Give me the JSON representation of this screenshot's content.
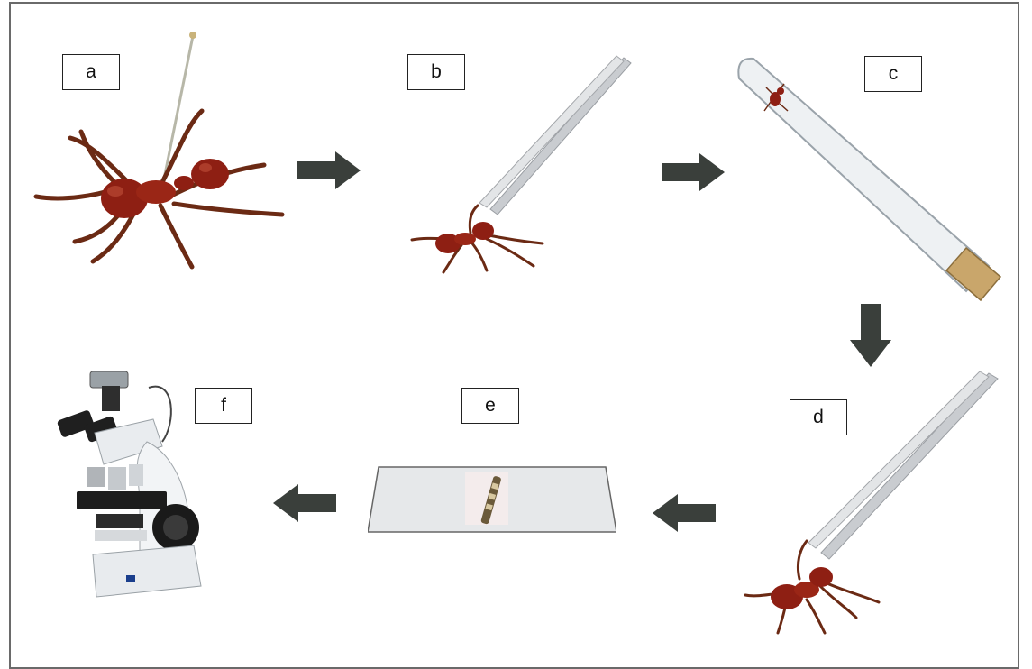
{
  "steps": [
    {
      "id": "a",
      "label": "a",
      "icon": "pinned-ant-icon"
    },
    {
      "id": "b",
      "label": "b",
      "icon": "tweezers-holding-ant-icon"
    },
    {
      "id": "c",
      "label": "c",
      "icon": "corked-test-tube-icon"
    },
    {
      "id": "d",
      "label": "d",
      "icon": "tweezers-holding-ant-icon"
    },
    {
      "id": "e",
      "label": "e",
      "icon": "microscope-slide-icon"
    },
    {
      "id": "f",
      "label": "f",
      "icon": "microscope-icon"
    }
  ],
  "flow": [
    "a",
    "b",
    "c",
    "d",
    "e",
    "f"
  ],
  "colors": {
    "ant": "#8e1f13",
    "ant_dark": "#5a1208",
    "arrow": "#3a3f3b",
    "metal": "#d4d7da",
    "frame": "#6a6a6a"
  }
}
